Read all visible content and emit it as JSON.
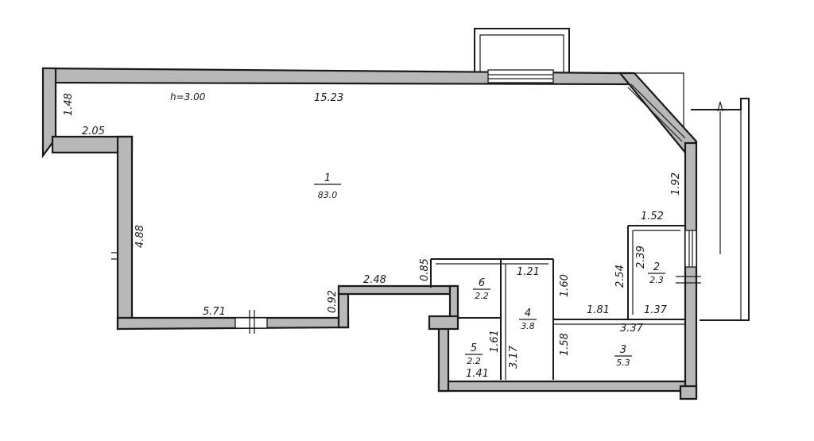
{
  "height_label": "h=3.00",
  "dimensions": {
    "top_length": "15.23",
    "left_short": "1.48",
    "notch_width": "2.05",
    "left_wall": "4.88",
    "bottom_left": "5.71",
    "step_height": "0.92",
    "step_width": "2.48",
    "step2_height": "0.85",
    "right_upper": "1.92",
    "room2_top": "1.52",
    "room2_side": "2.54",
    "room2_inner": "2.39",
    "room2_bottom": "1.37",
    "corridor": "1.81",
    "room3_top": "3.37",
    "room3_side": "1.58",
    "room4_top": "1.21",
    "room4_side": "1.60",
    "room4_height": "3.17",
    "room5_side": "1.61",
    "room5_bottom": "1.41"
  },
  "rooms": [
    {
      "number": "1",
      "area": "83.0"
    },
    {
      "number": "2",
      "area": "2.3"
    },
    {
      "number": "3",
      "area": "5.3"
    },
    {
      "number": "4",
      "area": "3.8"
    },
    {
      "number": "5",
      "area": "2.2"
    },
    {
      "number": "6",
      "area": "2.2"
    }
  ]
}
